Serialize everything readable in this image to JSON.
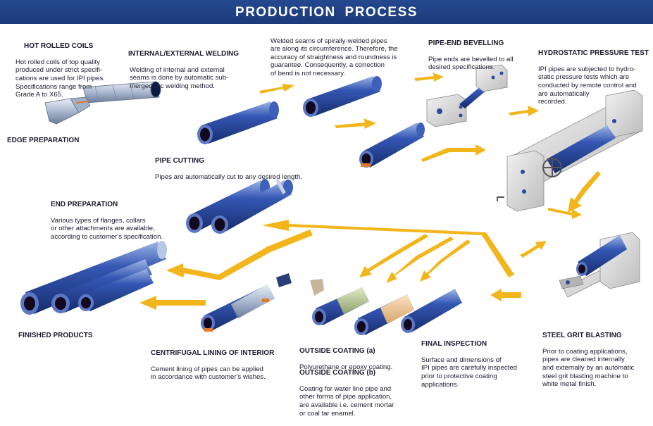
{
  "header": {
    "title": "PRODUCTION  PROCESS"
  },
  "colors": {
    "header": "#1f4085",
    "pipe": "#2f4fa8",
    "arrow": "#f2b51b",
    "text": "#1b1b2e",
    "collar": "#e07a2a"
  },
  "steps": {
    "hot_rolled_coils": {
      "title": "HOT ROLLED COILS",
      "body": "Hot rolled coils of top quality\nproduced under strict specifi-\ncations are used for IPI pipes.\nSpecifications range from\nGrade A to X65."
    },
    "edge_preparation": {
      "title": "EDGE PREPARATION"
    },
    "welding": {
      "title": "INTERNAL/EXTERNAL WELDING",
      "body": "Welding of internal and external\nseams is done by automatic sub-\nmerged arc welding method."
    },
    "welded_seams": {
      "body": "Welded seams of spirally-welded pipes\nare along its circumference. Therefore, the\naccuracy of straightness and roundness is\nguarantee. Consequently, a correction\nof bend is not necessary."
    },
    "pipe_end_bevelling": {
      "title": "PIPE-END BEVELLING",
      "body": "Pipe ends are bevelled to all\ndesired specifications."
    },
    "hydrostatic": {
      "title": "HYDROSTATIC PRESSURE TEST",
      "body": "IPI pipes are subjected to hydro-\nstatic pressure tests which are\nconducted by remote control and\nare automatically\nrecorded."
    },
    "pipe_cutting": {
      "title": "PIPE CUTTING",
      "body": "Pipes are automatically cut to any desired length."
    },
    "end_preparation": {
      "title": "END PREPARATION",
      "body": "Various types of flanges, collars\nor other attachments are available,\naccording to customer's specification."
    },
    "finished_products": {
      "title": "FINISHED PRODUCTS"
    },
    "centrifugal": {
      "title": "CENTRIFUGAL LINING OF INTERIOR",
      "body": "Cement lining of pipes can be applied\nin accordance with customer's wishes."
    },
    "outside_coating_a": {
      "title": "OUTSIDE COATING (a)",
      "body": "Polyurethane or epoxy coating."
    },
    "outside_coating_b": {
      "title": "OUTSIDE COATING (b)",
      "body": "Coating for water line pipe and\nother forms of pipe application,\nare available i.e. cement mortar\nor coal tar enamel."
    },
    "final_inspection": {
      "title": "FINAL INSPECTION",
      "body": "Surface and dimensions of\nIPI pipes are carefully inspected\nprior to protective coating\napplications."
    },
    "steel_grit": {
      "title": "STEEL GRIT BLASTING",
      "body": "Prior to coating applications,\npipes are cleaned internally\nand externally by an automatic\nsteel grit blasting machine to\nwhite metal finish."
    }
  }
}
